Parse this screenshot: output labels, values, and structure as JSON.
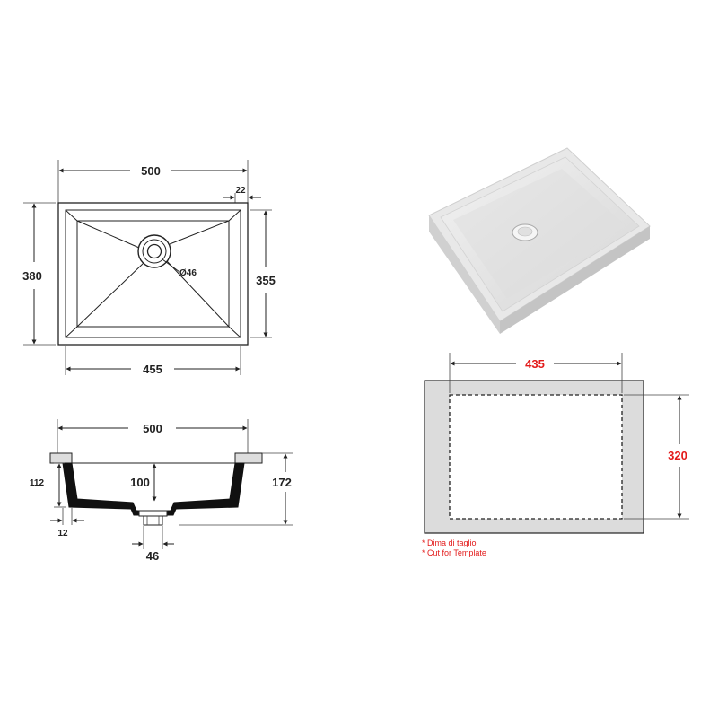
{
  "top_view": {
    "width_label": "500",
    "rim_label": "22",
    "depth_label": "380",
    "inner_depth_label": "355",
    "inner_width_label": "455",
    "drain_label": "Ø46"
  },
  "section_view": {
    "width_label": "500",
    "height_left_label": "112",
    "inner_depth_label": "100",
    "height_right_label": "172",
    "wall_label": "12",
    "drain_label": "46"
  },
  "template_view": {
    "width_label": "435",
    "height_label": "320"
  },
  "notes": {
    "line1": "* Dima di taglio",
    "line2": "* Cut for Template"
  },
  "colors": {
    "accent_red": "#e31b1b",
    "template_fill": "#dcdcdc",
    "basin_fill": "#e4e4e4"
  }
}
